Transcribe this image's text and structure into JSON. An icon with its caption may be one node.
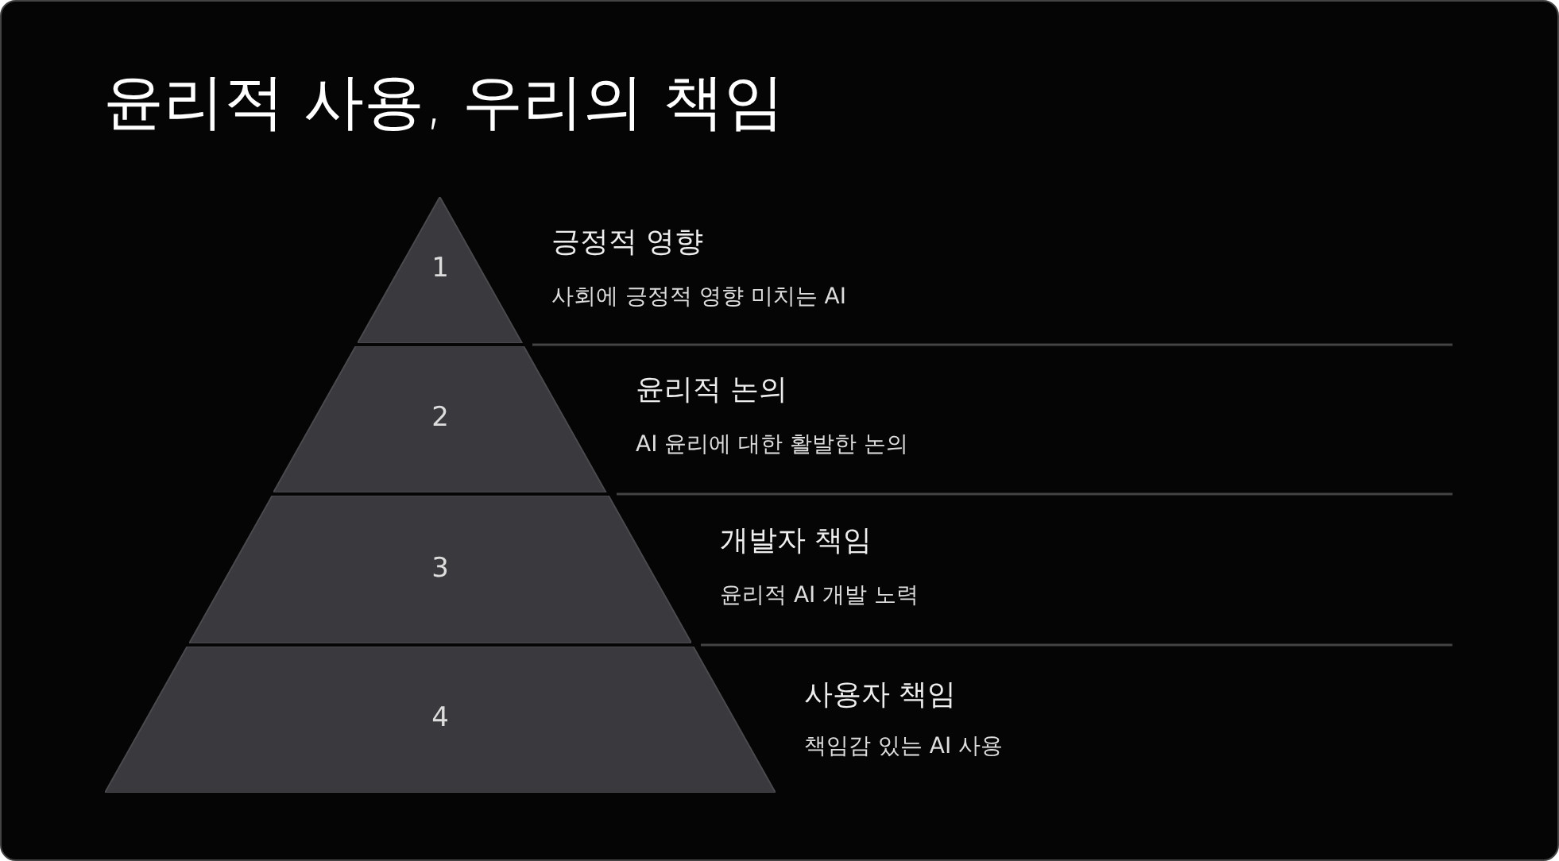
{
  "diagram": {
    "title": "윤리적 사용, 우리의 책임",
    "nodes": [
      {
        "text": [
          "1"
        ],
        "beside": [
          "긍정적 영향",
          "사회에 긍정적 영향 미치는 AI"
        ]
      },
      {
        "text": [
          "2"
        ],
        "beside": [
          "윤리적 논의",
          "AI 윤리에 대한 활발한 논의"
        ]
      },
      {
        "text": [
          "3"
        ],
        "beside": [
          "개발자 책임",
          "윤리적 AI 개발 노력"
        ]
      },
      {
        "text": [
          "4"
        ],
        "beside": [
          "사용자 책임",
          "책임감 있는 AI 사용"
        ]
      }
    ],
    "edges": []
  }
}
